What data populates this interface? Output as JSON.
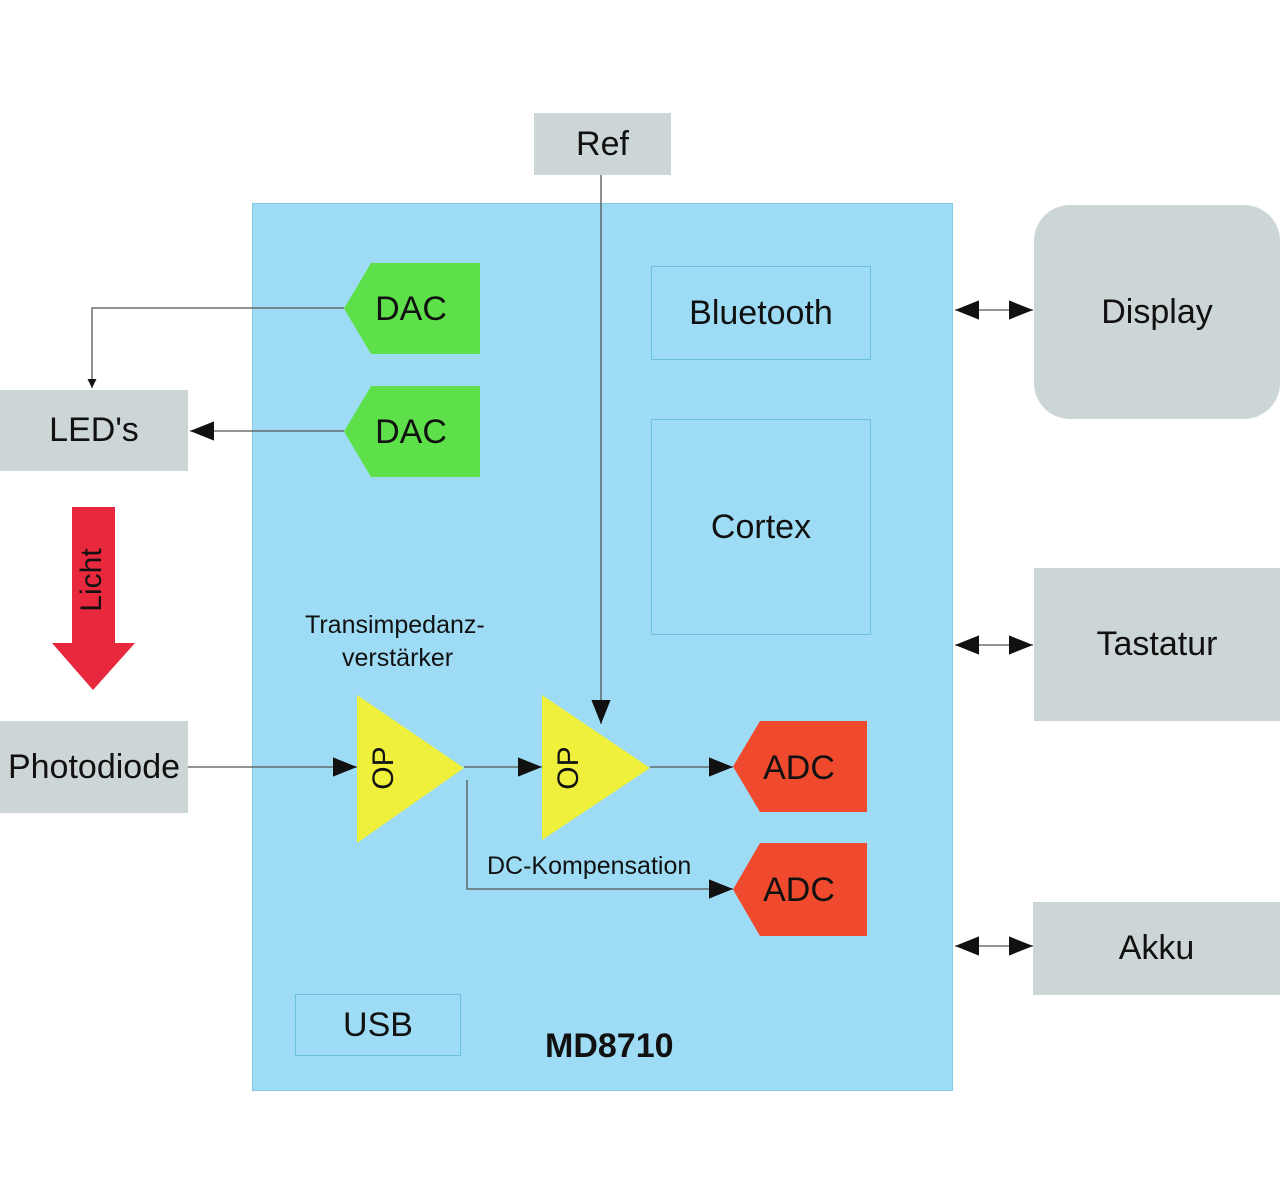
{
  "chip": {
    "name": "MD8710"
  },
  "blocks": {
    "ref": "Ref",
    "bluetooth": "Bluetooth",
    "cortex": "Cortex",
    "usb": "USB",
    "dac_1": "DAC",
    "dac_2": "DAC",
    "adc_1": "ADC",
    "adc_2": "ADC",
    "op_1": "OP",
    "op_2": "OP"
  },
  "external": {
    "leds": "LED's",
    "photodiode": "Photodiode",
    "display": "Display",
    "tastatur": "Tastatur",
    "akku": "Akku"
  },
  "labels": {
    "licht": "Licht",
    "transimpedanz_line1": "Transimpedanz-",
    "transimpedanz_line2": "verstärker",
    "dc_kompensation": "DC-Kompensation"
  },
  "colors": {
    "chip_fill": "#9edcf5",
    "grey_box": "#cdd6d6",
    "dac_green": "#5ee04a",
    "adc_red": "#ef4a2e",
    "op_yellow": "#eef03c",
    "licht_arrow": "#e8283c"
  }
}
